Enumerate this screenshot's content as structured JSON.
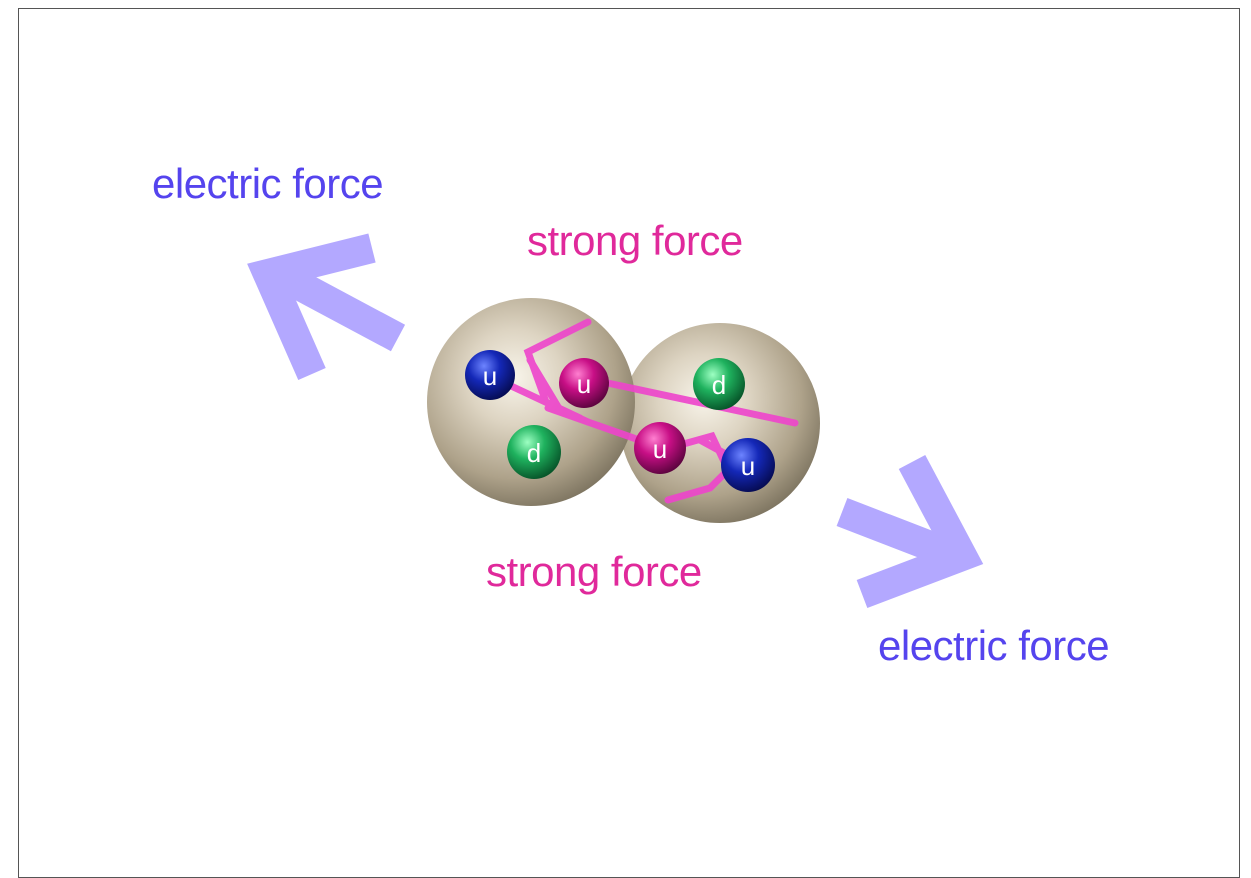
{
  "labels": {
    "electric_force_top": "electric force",
    "electric_force_bottom": "electric force",
    "strong_force_top": "strong force",
    "strong_force_bottom": "strong force"
  },
  "quarks": {
    "left_blue": "u",
    "left_magenta": "u",
    "left_green": "d",
    "right_magenta": "u",
    "right_green": "d",
    "right_blue": "u"
  },
  "colors": {
    "electric": "#5544ee",
    "arrow": "#b3a8ff",
    "strong": "#e0299b",
    "gluon": "#ee44cc",
    "up_blue": "#0d1fa0",
    "up_magenta": "#c01080",
    "down_green": "#1fae5a",
    "nucleon": "#b8ad98"
  }
}
